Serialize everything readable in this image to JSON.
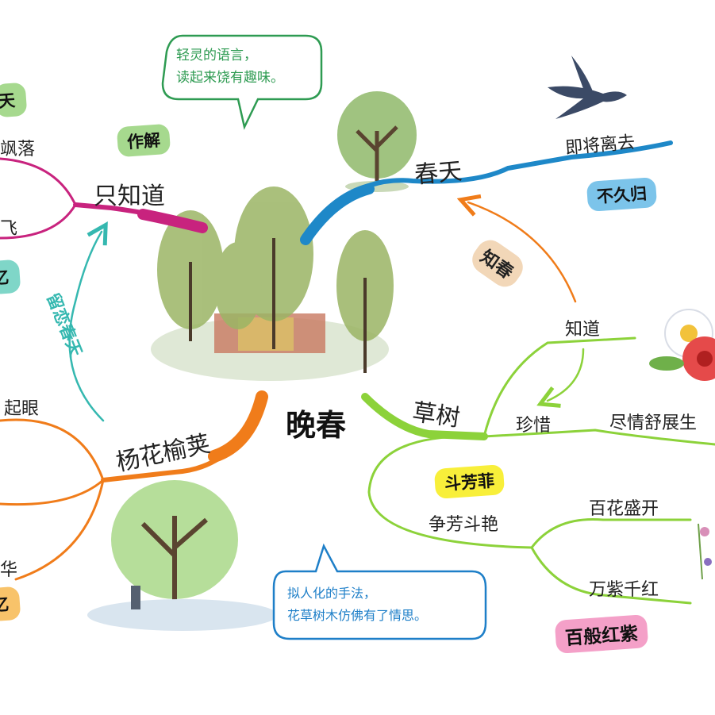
{
  "center": "晚春",
  "branches": {
    "chuntian": {
      "label": "春天",
      "leaf": "即将离去",
      "tag": "不久归",
      "tag_color": "#7cc4ea",
      "color": "#1e88c8"
    },
    "caoshu": {
      "label": "草树",
      "leaves": [
        "知道",
        "珍惜",
        "尽情舒展生",
        "争芳斗艳",
        "百花盛开",
        "万紫千红"
      ],
      "tag1": "斗芳菲",
      "tag1_color": "#f8ef3a",
      "tag2": "百般红紫",
      "tag2_color": "#f4a0c8",
      "color": "#8cd23a"
    },
    "yanghua": {
      "label": "杨花榆荚",
      "leaves": [
        "起眼",
        "华"
      ],
      "color": "#f07c1a"
    },
    "zhizhidao": {
      "label": "只知道",
      "leaves": [
        "飒落",
        "飞"
      ],
      "tag": "作解",
      "tag_color": "#a6d98e",
      "color": "#c8237e"
    }
  },
  "edge_tags": {
    "left_top": "天",
    "left_top_color": "#a6d98e",
    "left_mid": "忆",
    "left_mid_color": "#7fd6c8",
    "left_bottom": "忆",
    "left_bottom_color": "#f8c36a"
  },
  "arrows": {
    "zhichun": "知春",
    "zhichun_color": "#f2d7b8",
    "liulian": "留恋春天",
    "liulian_color": "#35b8b0"
  },
  "bubbles": {
    "top": "轻灵的语言，\n读起来饶有趣味。",
    "top_color": "#2e9b52",
    "bottom": "拟人化的手法，\n花草树木仿佛有了情思。",
    "bottom_color": "#1e7fc8"
  }
}
